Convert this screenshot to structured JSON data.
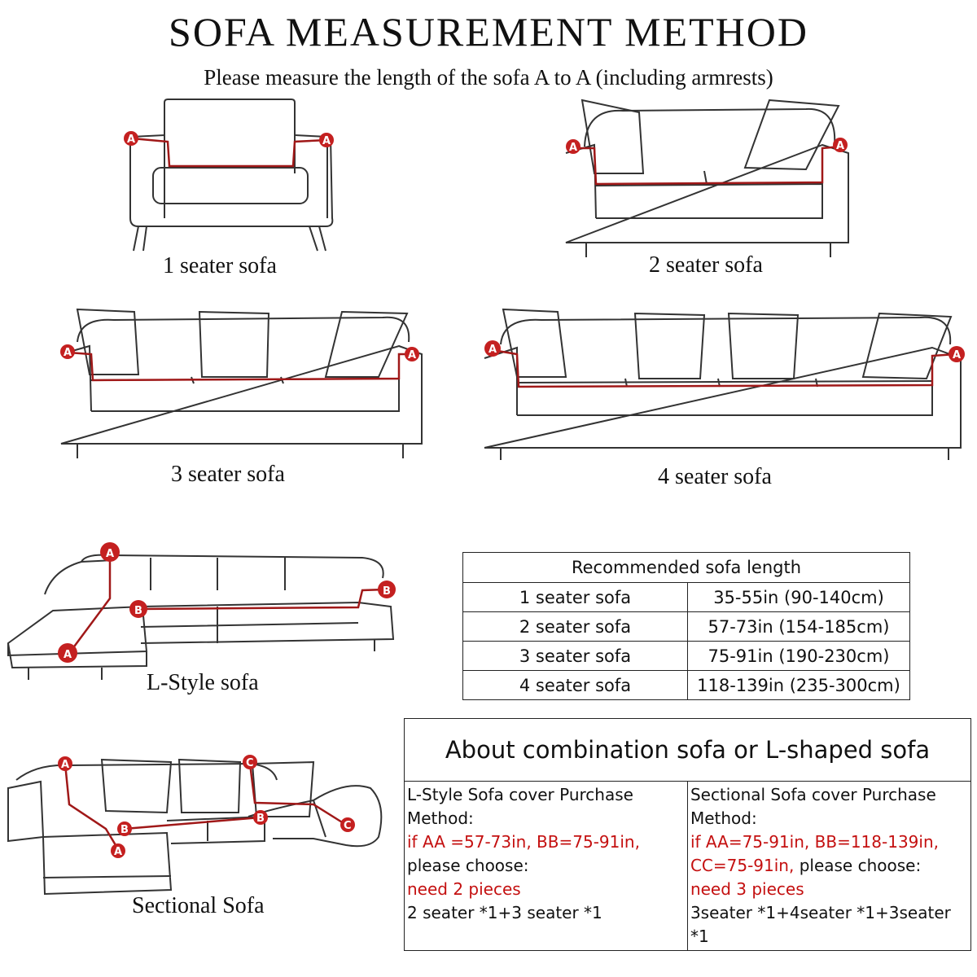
{
  "header": {
    "title": "SOFA MEASUREMENT METHOD",
    "subtitle": "Please measure the length of the sofa A to A (including armrests)"
  },
  "diagrams": {
    "one_seater": {
      "caption": "1 seater sofa",
      "marks": [
        "A",
        "A"
      ]
    },
    "two_seater": {
      "caption": "2 seater sofa",
      "marks": [
        "A",
        "A"
      ]
    },
    "three_seater": {
      "caption": "3 seater sofa",
      "marks": [
        "A",
        "A"
      ]
    },
    "four_seater": {
      "caption": "4 seater sofa",
      "marks": [
        "A",
        "A"
      ]
    },
    "l_style": {
      "caption": "L-Style sofa",
      "marks": [
        "A",
        "A",
        "B",
        "B"
      ]
    },
    "sectional": {
      "caption": "Sectional Sofa",
      "marks": [
        "A",
        "A",
        "B",
        "B",
        "C",
        "C"
      ]
    }
  },
  "recommended": {
    "header": "Recommended sofa length",
    "rows": [
      {
        "type": "1 seater sofa",
        "length": "35-55in (90-140cm)"
      },
      {
        "type": "2 seater sofa",
        "length": "57-73in (154-185cm)"
      },
      {
        "type": "3 seater sofa",
        "length": "75-91in (190-230cm)"
      },
      {
        "type": "4 seater sofa",
        "length": "118-139in (235-300cm)"
      }
    ]
  },
  "about": {
    "header": "About combination sofa or L-shaped sofa",
    "left": {
      "line1": "L-Style Sofa cover Purchase",
      "line2": "Method:",
      "line3": "if AA =57-73in, BB=75-91in,",
      "line4": "please choose:",
      "line5": "need 2 pieces",
      "line6": "2 seater *1+3 seater *1"
    },
    "right": {
      "line1": "Sectional Sofa cover Purchase",
      "line2": "Method:",
      "line3": "if AA=75-91in, BB=118-139in,",
      "line4_red": "CC=75-91in,",
      "line4_black": " please choose:",
      "line5": "need 3 pieces",
      "line6": "3seater *1+4seater *1+3seater *1"
    }
  },
  "colors": {
    "marker": "#c42020",
    "measure_line": "#a01818",
    "highlight_text": "#c41010"
  }
}
